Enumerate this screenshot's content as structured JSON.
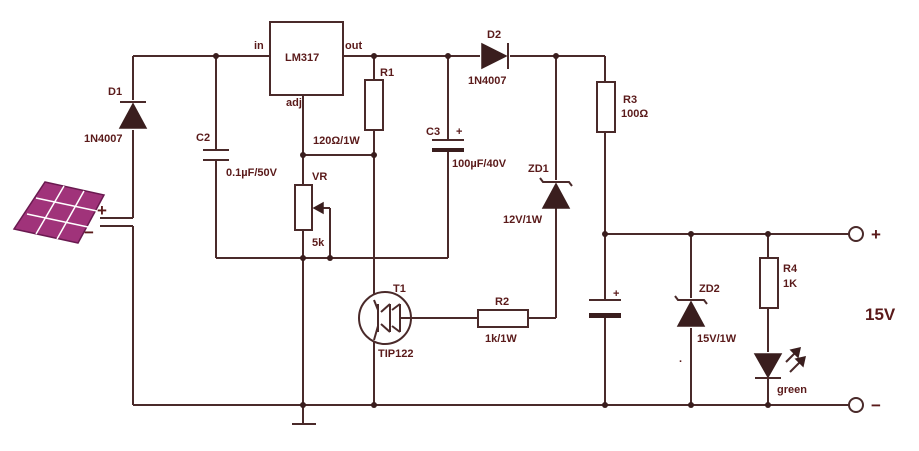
{
  "labels": {
    "d1_ref": "D1",
    "d1_val": "1N4007",
    "c2_ref": "C2",
    "c2_val": "0.1µF/50V",
    "reg_name": "LM317",
    "reg_in": "in",
    "reg_out": "out",
    "reg_adj": "adj",
    "r1_ref": "R1",
    "r1_val": "120Ω/1W",
    "vr_ref": "VR",
    "vr_val": "5k",
    "c3_ref": "C3",
    "c3_val": "100µF/40V",
    "c3_plus": "+",
    "d2_ref": "D2",
    "d2_val": "1N4007",
    "zd1_ref": "ZD1",
    "zd1_val": "12V/1W",
    "r3_ref": "R3",
    "r3_val": "100Ω",
    "t1_ref": "T1",
    "t1_val": "TIP122",
    "r2_ref": "R2",
    "r2_val": "1k/1W",
    "c4_plus": "+",
    "zd2_ref": "ZD2",
    "zd2_val": "15V/1W",
    "r4_ref": "R4",
    "r4_val": "1K",
    "led_val": "green",
    "panel_plus": "+",
    "panel_minus": "−",
    "out_plus": "+",
    "out_minus": "−",
    "out_voltage": "15V"
  },
  "colors": {
    "wire": "#4a2a2a",
    "text": "#5a1a1a",
    "panel": "#a0337a"
  }
}
